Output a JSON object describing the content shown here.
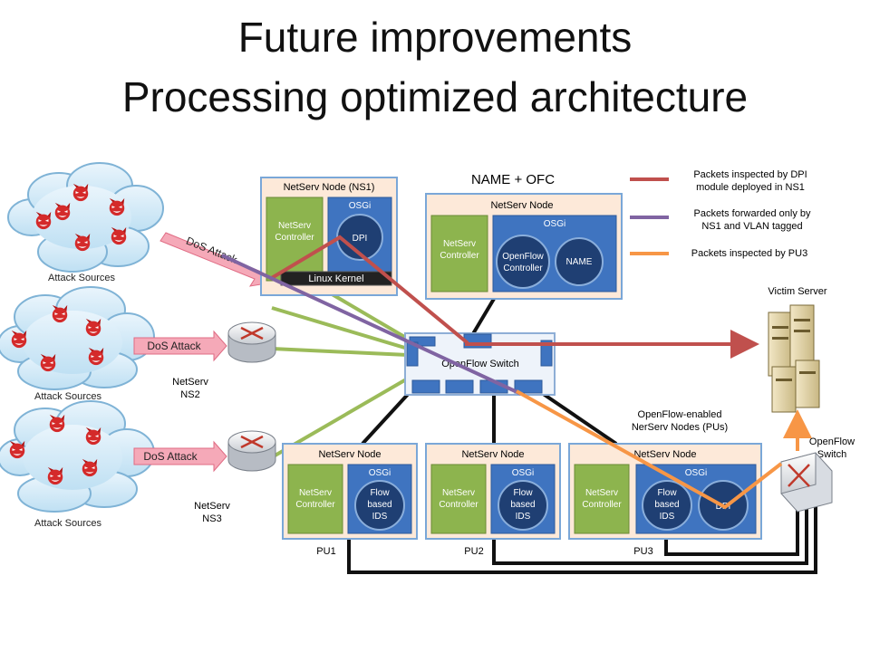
{
  "title_line1": "Future improvements",
  "title_line2": "Processing optimized architecture",
  "name_ofc_label": "NAME + OFC",
  "legend": [
    {
      "line1": "Packets inspected by DPI",
      "line2": "module deployed in NS1",
      "color": "#c0504d"
    },
    {
      "line1": "Packets forwarded only by",
      "line2": "NS1 and VLAN tagged",
      "color": "#8064a2"
    },
    {
      "line1": "Packets inspected by PU3",
      "line2": "",
      "color": "#f79646"
    }
  ],
  "attack_sources_label": "Attack Sources",
  "dos_attack_label": "DoS Attack",
  "ns2_label": [
    "NetServ",
    "NS2"
  ],
  "ns3_label": [
    "NetServ",
    "NS3"
  ],
  "ns1_node": {
    "title": "NetServ Node (NS1)",
    "controller": [
      "NetServ",
      "Controller"
    ],
    "osgi": "OSGi",
    "dpi": "DPI",
    "kernel": "Linux Kernel"
  },
  "name_node": {
    "title": "NetServ Node",
    "controller": [
      "NetServ",
      "Controller"
    ],
    "osgi": "OSGi",
    "ofc": [
      "OpenFlow",
      "Controller"
    ],
    "name": "NAME"
  },
  "openflow_switch_label": "OpenFlow Switch",
  "victim_server_label": "Victim Server",
  "openflow_switch2_label": [
    "OpenFlow",
    "Switch"
  ],
  "pu_caption": [
    "OpenFlow-enabled",
    "NerServ Nodes (PUs)"
  ],
  "pu_nodes": [
    {
      "title": "NetServ Node",
      "controller": [
        "NetServ",
        "Controller"
      ],
      "osgi": "OSGi",
      "ids": [
        "Flow",
        "based",
        "IDS"
      ],
      "label": "PU1"
    },
    {
      "title": "NetServ Node",
      "controller": [
        "NetServ",
        "Controller"
      ],
      "osgi": "OSGi",
      "ids": [
        "Flow",
        "based",
        "IDS"
      ],
      "label": "PU2"
    },
    {
      "title": "NetServ Node",
      "controller": [
        "NetServ",
        "Controller"
      ],
      "osgi": "OSGi",
      "ids": [
        "Flow",
        "based",
        "IDS"
      ],
      "dpi": "DPI",
      "label": "PU3"
    }
  ],
  "colors": {
    "red_path": "#c0504d",
    "purple_path": "#8064a2",
    "orange_path": "#f79646",
    "green_link": "#9bbb59",
    "node_fill": "#fde9d9",
    "node_border": "#7aa7d8",
    "controller_fill": "#8db44e",
    "osgi_fill": "#3f74c0",
    "circle_fill": "#1f3f73"
  }
}
